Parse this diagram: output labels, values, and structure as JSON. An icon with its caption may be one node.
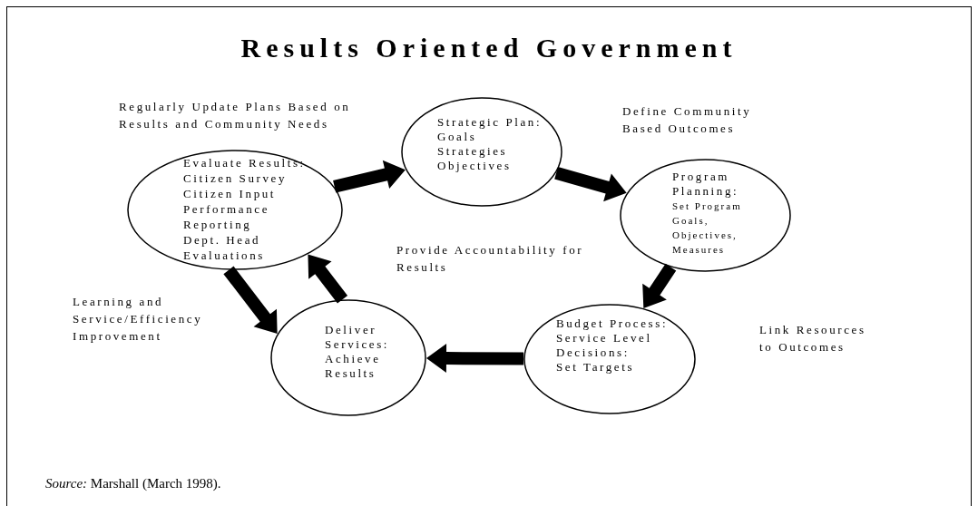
{
  "diagram": {
    "title": "Results Oriented Government",
    "caption": "*Source:* Marshall (March 1998).",
    "nodes": [
      {
        "text": [
          "Strategic Plan:",
          "Goals",
          "Strategies",
          "Objectives"
        ]
      },
      {
        "text": [
          "Evaluate Results:",
          "Citizen Survey",
          "Citizen Input",
          "Performance Reporting",
          "Dept. Head Evaluations"
        ]
      },
      {
        "text": [
          "Program Planning:",
          "Set Program Goals, Objectives, Measures"
        ]
      },
      {
        "text": [
          "Deliver Services:",
          "Achieve Results"
        ]
      },
      {
        "text": [
          "Budget Process:",
          "Service Level Decisions:",
          "Set Targets"
        ]
      }
    ],
    "edges": [
      {
        "from": 1,
        "to": 0,
        "arrow": "to",
        "style": "thick"
      },
      {
        "from": 0,
        "to": 2,
        "arrow": "to",
        "style": "thick"
      },
      {
        "from": 2,
        "to": 4,
        "arrow": "to",
        "style": "thick"
      },
      {
        "from": 4,
        "to": 3,
        "arrow": "to",
        "style": "thick"
      },
      {
        "from": 3,
        "to": 1,
        "arrow": "to",
        "style": "thick"
      },
      {
        "from": 1,
        "to": 3,
        "arrow": "to",
        "style": "thick"
      }
    ],
    "labels": [
      "Regularly Update Plans Based on Results and Community Needs",
      "Define Community Based Outcomes",
      "Provide Accountability for Results",
      "Learning and Service/Efficiency Improvement",
      "Link Resources to Outcomes"
    ]
  }
}
